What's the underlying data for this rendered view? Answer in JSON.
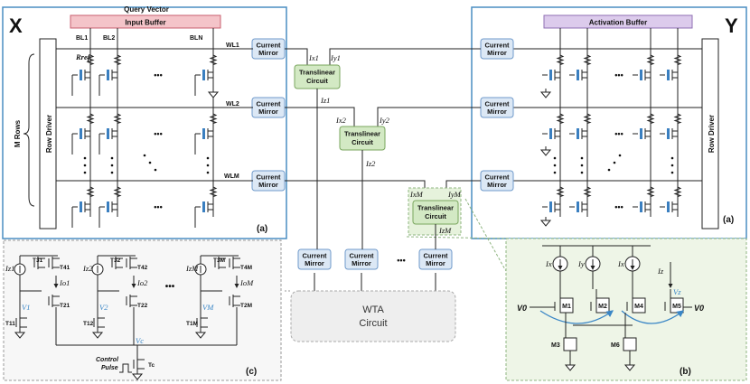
{
  "left_panel": {
    "letter": "X",
    "query_vector": "Query Vector",
    "input_buffer": "Input Buffer",
    "bitlines": [
      "BL1",
      "BL2",
      "BLN"
    ],
    "wordlines": [
      "WL1",
      "WL2",
      "WLM"
    ],
    "rref": "Rref",
    "row_driver": "Row Driver",
    "m_rows": "M Rows",
    "tag": "(a)"
  },
  "right_panel": {
    "letter": "Y",
    "activation_buffer": "Activation Buffer",
    "row_driver": "Row Driver",
    "tag": "(a)"
  },
  "current_mirror": "Current Mirror",
  "translinear_circuit": "Translinear Circuit",
  "translinear": {
    "t1": {
      "ix": "Ix1",
      "iy": "Iy1",
      "iz": "Iz1"
    },
    "t2": {
      "ix": "Ix2",
      "iy": "Iy2",
      "iz": "Iz2"
    },
    "tM": {
      "ix": "IxM",
      "iy": "IyM",
      "iz": "IzM"
    }
  },
  "wta": {
    "title": "WTA",
    "subtitle": "Circuit"
  },
  "wta_detail": {
    "tag": "(c)",
    "currents": [
      "Iz1",
      "Iz2",
      "IzM"
    ],
    "outputs": [
      "Io1",
      "Io2",
      "IoM"
    ],
    "voltages": [
      "V1",
      "V2",
      "VM"
    ],
    "vc": "Vc",
    "transistors_top": [
      "T31",
      "T41",
      "T32",
      "T42",
      "T3M",
      "T4M"
    ],
    "transistors_mid": [
      "T21",
      "T22",
      "T2M"
    ],
    "transistors_bot": [
      "T11",
      "T12",
      "T1M"
    ],
    "tc": "Tc",
    "control": "Control",
    "pulse": "Pulse"
  },
  "translinear_detail": {
    "tag": "(b)",
    "currents": [
      "Ix",
      "Iy",
      "Ix",
      "Iz"
    ],
    "transistors": [
      "M1",
      "M2",
      "M4",
      "M5",
      "M3",
      "M6"
    ],
    "v0": "V0",
    "vz": "Vz"
  },
  "ellipsis": "•••"
}
